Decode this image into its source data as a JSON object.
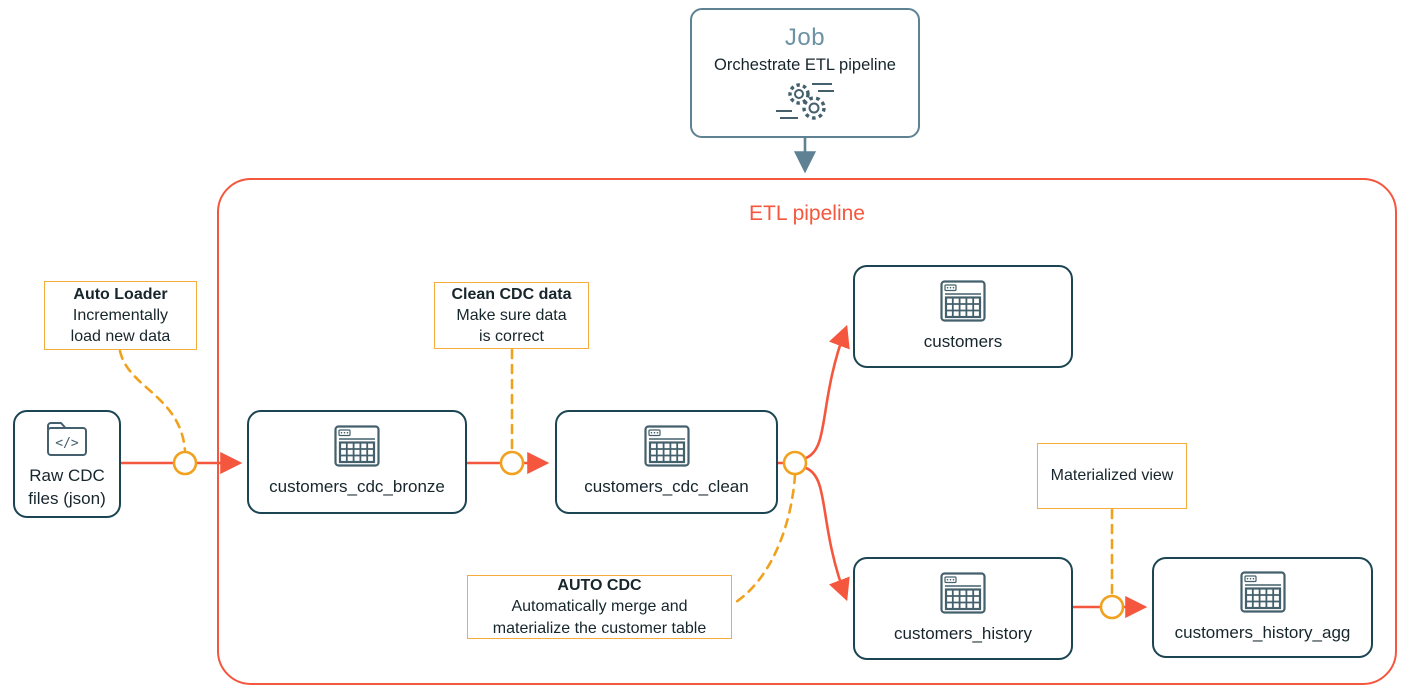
{
  "colors": {
    "accent_red": "#F4573D",
    "accent_orange": "#F0A11E",
    "annotation_border": "#F5AC3D",
    "node_border": "#1B4553",
    "job_border": "#5E8294",
    "job_title_color": "#6C92A4",
    "text_dark": "#17262C"
  },
  "job": {
    "title": "Job",
    "subtitle": "Orchestrate ETL pipeline",
    "icon": "gears-icon"
  },
  "pipeline": {
    "title": "ETL pipeline"
  },
  "source": {
    "label": "Raw CDC\nfiles (json)",
    "icon": "code-folder-icon"
  },
  "nodes": [
    {
      "label": "customers_cdc_bronze",
      "icon": "table-icon"
    },
    {
      "label": "customers_cdc_clean",
      "icon": "table-icon"
    },
    {
      "label": "customers",
      "icon": "table-icon"
    },
    {
      "label": "customers_history",
      "icon": "table-icon"
    },
    {
      "label": "customers_history_agg",
      "icon": "table-icon"
    }
  ],
  "annotations": [
    {
      "title": "Auto Loader",
      "body": "Incrementally\nload new data"
    },
    {
      "title": "Clean CDC data",
      "body": "Make sure data\nis correct"
    },
    {
      "title": "AUTO CDC",
      "body": "Automatically merge and\nmaterialize the customer table"
    },
    {
      "title": "",
      "body": "Materialized view"
    }
  ]
}
